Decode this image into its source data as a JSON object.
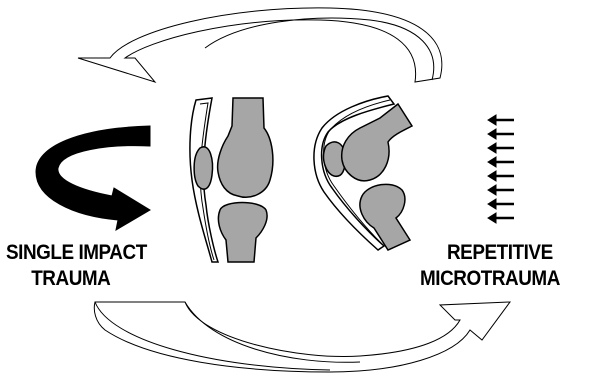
{
  "labels": {
    "single_impact_line1": "SINGLE IMPACT",
    "single_impact_line2": "TRAUMA",
    "repetitive_line1": "REPETITIVE",
    "repetitive_line2": "MICROTRAUMA"
  },
  "colors": {
    "bone_fill": "#a6a6a6",
    "outline": "#000000",
    "arrow_fill": "#000000",
    "background": "#ffffff"
  },
  "icons": {
    "curved_rotation": "curved-rotation-arrow-icon",
    "force_arrows": "left-arrow-icon"
  }
}
